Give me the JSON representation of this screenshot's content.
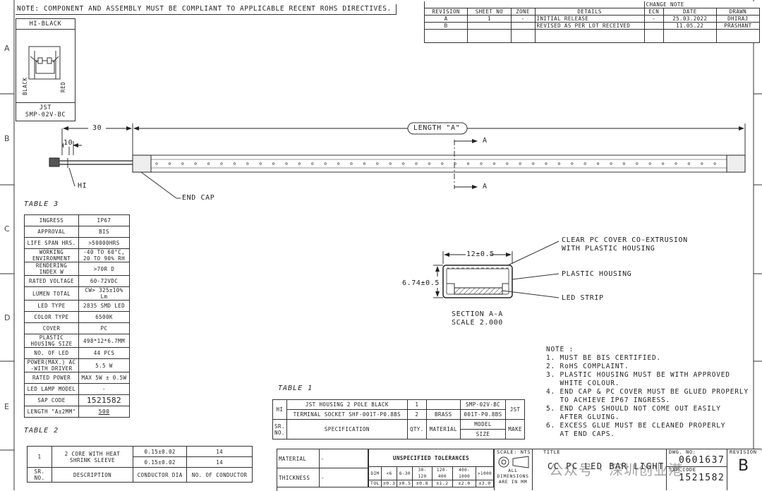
{
  "top_note": "NOTE: COMPONENT AND ASSEMBLY MUST BE COMPLIANT TO APPLICABLE RECENT ROHS DIRECTIVES.",
  "zones": [
    "A",
    "B",
    "C",
    "D",
    "E"
  ],
  "change_note": {
    "title": "CHANGE NOTE",
    "headers": [
      "REVISION",
      "SHEET NO",
      "ZONE",
      "DETAILS",
      "ECN",
      "DATE",
      "DRAWN"
    ],
    "rows": [
      [
        "A",
        "1",
        "-",
        "INITIAL RELEASE",
        "-",
        "25.03.2022",
        "DHIRAJ"
      ],
      [
        "B",
        "",
        "",
        "REVISED AS PER LOT RECEIVED",
        "",
        "11.05.22",
        "PRASHANT"
      ]
    ]
  },
  "connector": {
    "label_top": "HI-BLACK",
    "wire_left": "BLACK",
    "wire_right": "RED",
    "label_bottom_1": "JST",
    "label_bottom_2": "SMP-02V-BC"
  },
  "main_view": {
    "dim_30": "30",
    "dim_10": "10",
    "length_label": "LENGTH \"A\"",
    "section_a": "A",
    "hi_label": "HI",
    "end_cap_label": "END CAP"
  },
  "table3": {
    "caption": "TABLE 3",
    "rows": [
      [
        "INGRESS",
        "IP67"
      ],
      [
        "APPROVAL",
        "BIS"
      ],
      [
        "LIFE SPAN HRS.",
        ">50000HRS"
      ],
      [
        "WORKING ENVIRONMENT",
        "-40 TO 60°C, 20 TO 90% RH"
      ],
      [
        "RENDERING INDEX W",
        ">70R D"
      ],
      [
        "RATED VOLTAGE",
        "60-72VDC"
      ],
      [
        "LUMEN TOTAL",
        "CW> 325±10% Lm"
      ],
      [
        "LED TYPE",
        "2835 SMD LED"
      ],
      [
        "COLOR TYPE",
        "6500K"
      ],
      [
        "COVER",
        "PC"
      ],
      [
        "PLASTIC HOUSING SIZE",
        "498*12*6.7MM"
      ],
      [
        "NO. OF LED",
        "44 PCS"
      ],
      [
        "POWER(MAX.) AC -WITH DRIVER",
        "5.5 W"
      ],
      [
        "RATED POWER",
        "MAX 5W ± 0.5W"
      ],
      [
        "LED LAMP MODEL",
        "-"
      ],
      [
        "SAP CODE",
        "1521582"
      ],
      [
        "LENGTH \"A±2MM\"",
        "500"
      ]
    ]
  },
  "table2": {
    "caption": "TABLE 2",
    "row": {
      "sr": "1",
      "desc": "2 CORE WITH HEAT SHRINK SLEEVE",
      "dia1": "0.15±0.02",
      "dia2": "0.15±0.02",
      "no1": "14",
      "no2": "14"
    },
    "headers": [
      "SR. NO.",
      "DESCRIPTION",
      "CONDUCTOR DIA",
      "NO. OF CONDUCTOR"
    ]
  },
  "section": {
    "dim_width": "12±0.5",
    "dim_height": "6.74±0.5",
    "title": "SECTION  A-A",
    "scale": "SCALE  2.000",
    "callout_1a": "CLEAR PC COVER CO-EXTRUSION",
    "callout_1b": "WITH PLASTIC HOUSING",
    "callout_2": "PLASTIC HOUSING",
    "callout_3": "LED STRIP"
  },
  "notes": [
    "NOTE :",
    "1. MUST BE BIS CERTIFIED.",
    "2. RoHS COMPLAINT.",
    "3. PLASTIC HOUSING MUST BE WITH APPROVED",
    "   WHITE COLOUR.",
    "4. END CAP & PC COVER MUST BE GLUED PROPERLY",
    "   TO ACHIEVE IP67 INGRESS.",
    "5. END CAPS SHOULD NOT COME OUT EASILY",
    "   AFTER GLUING.",
    "6. EXCESS GLUE MUST BE CLEANED PROPERLY",
    "   AT END CAPS."
  ],
  "table1": {
    "caption": "TABLE 1",
    "hi": "HI",
    "row1": [
      "JST HOUSING 2 POLE  BLACK",
      "1",
      "",
      "SMP-02V-BC"
    ],
    "row2": [
      "TERMINAL SOCKET SHF-001T-P0.8BS",
      "2",
      "BRASS",
      "001T-P0.8BS"
    ],
    "make": "JST",
    "headers": [
      "SR. NO.",
      "SPECIFICATION",
      "QTY.",
      "MATERIAL",
      "MODEL",
      "SIZE",
      "MAKE"
    ]
  },
  "title_block": {
    "material": "MATERIAL",
    "material_val": "-",
    "thickness": "THICKNESS",
    "thickness_val": "-",
    "tolerances": "UNSPECIFIED TOLERANCES",
    "tol_headers": [
      "DIM",
      "<6",
      "6-30",
      "30-120",
      "120-400",
      "400-1000",
      ">1000"
    ],
    "tol_values": [
      "TOL",
      "±0.3",
      "±0.5",
      "±0.8",
      "±1.2",
      "±2.0",
      "±3.0"
    ],
    "all_dims": "ALL DIMENSIONS ARE IN MM",
    "scale": "SCALE: NTS",
    "title_label": "TITLE",
    "title": "CC PC LED BAR LIGHT",
    "dwg_label": "DWG. NO:",
    "dwg_no": "0601637",
    "sap_label": "SAP CODE",
    "sap_code": "1521582",
    "revision_label": "REVISION",
    "revision": "B"
  },
  "watermark": "公众号 · 深圳创业港"
}
